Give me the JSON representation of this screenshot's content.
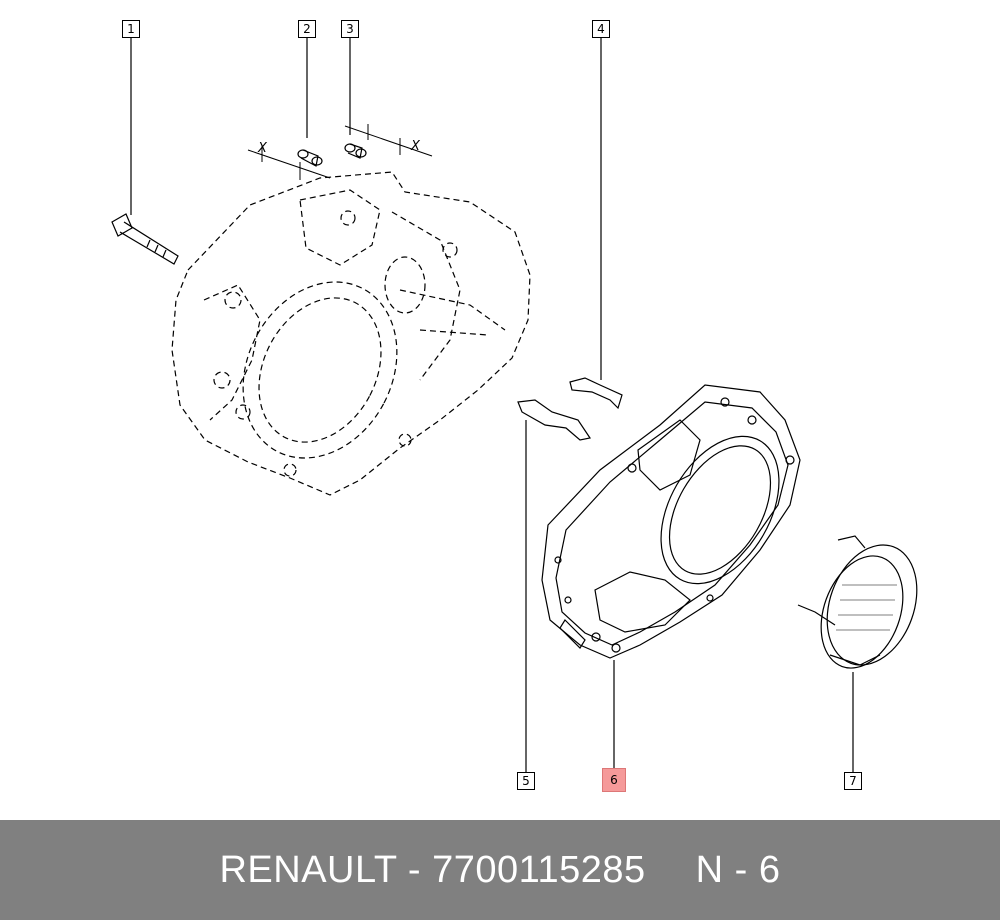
{
  "diagram": {
    "callouts": [
      {
        "id": "1",
        "label": "1",
        "highlighted": false
      },
      {
        "id": "2",
        "label": "2",
        "highlighted": false
      },
      {
        "id": "3",
        "label": "3",
        "highlighted": false
      },
      {
        "id": "4",
        "label": "4",
        "highlighted": false
      },
      {
        "id": "5",
        "label": "5",
        "highlighted": false
      },
      {
        "id": "6",
        "label": "6",
        "highlighted": true
      },
      {
        "id": "7",
        "label": "7",
        "highlighted": false
      }
    ],
    "dimension_marks": {
      "left": "X",
      "right": "X"
    },
    "colors": {
      "line": "#000000",
      "highlight": "#f59a9a",
      "footer_bg": "#808080"
    }
  },
  "footer": {
    "brand": "RENAULT",
    "part_number_text": "RENAULT - 7700115285",
    "page_label": "N - 6"
  }
}
